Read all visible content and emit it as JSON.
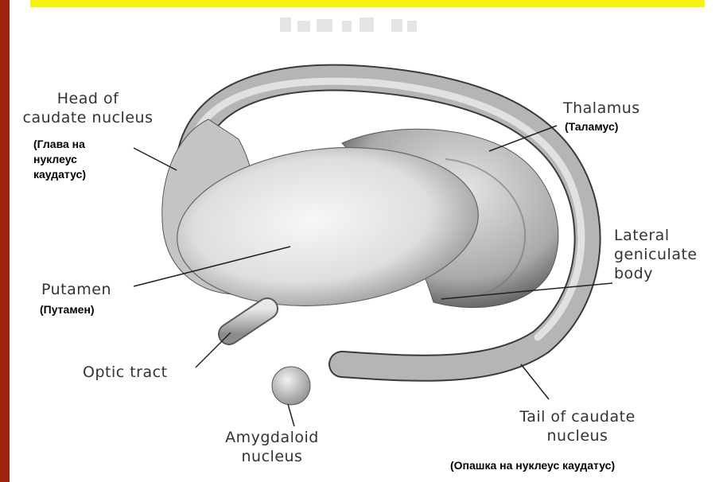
{
  "labels": {
    "head_caudate": [
      "Head of",
      "caudate nucleus"
    ],
    "head_caudate_mk": [
      "(Глава на",
      "нуклеус",
      "каудатус)"
    ],
    "thalamus": "Thalamus",
    "thalamus_mk": "(Таламус)",
    "lateral_geniculate": [
      "Lateral",
      "geniculate",
      "body"
    ],
    "putamen": "Putamen",
    "putamen_mk": "(Путамен)",
    "optic_tract": "Optic tract",
    "amygdaloid": [
      "Amygdaloid",
      "nucleus"
    ],
    "tail_caudate": [
      "Tail of caudate",
      "nucleus"
    ],
    "tail_caudate_mk": "(Опашка на нуклеус каудатус)"
  },
  "colors": {
    "frame_left": "#9e2410",
    "frame_top": "#f6f214"
  }
}
